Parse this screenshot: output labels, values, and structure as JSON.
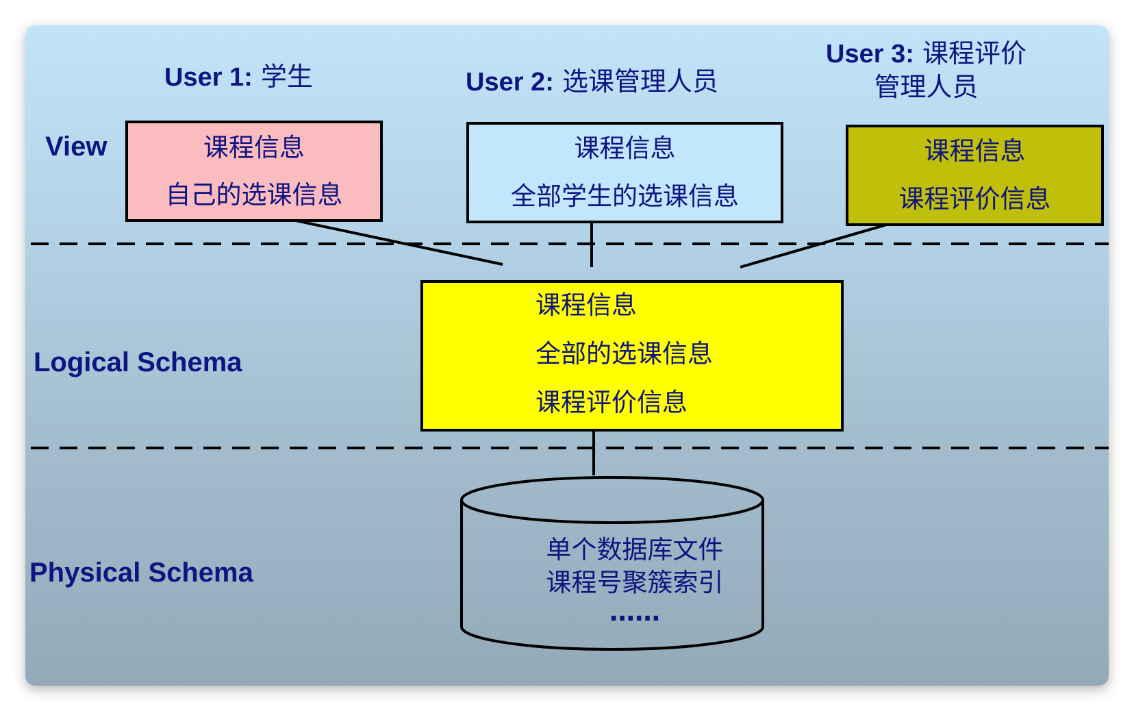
{
  "layers": {
    "view": "View",
    "logical": "Logical Schema",
    "physical": "Physical Schema"
  },
  "users": [
    {
      "id_label": "User 1:",
      "role_lines": [
        "学生"
      ],
      "view_box": {
        "lines": [
          "课程信息",
          "自己的选课信息"
        ],
        "fill": "#fbbcc0"
      }
    },
    {
      "id_label": "User 2:",
      "role_lines": [
        "选课管理人员"
      ],
      "view_box": {
        "lines": [
          "课程信息",
          "全部学生的选课信息"
        ],
        "fill": "#c2e6fb"
      }
    },
    {
      "id_label": "User 3:",
      "role_lines": [
        "课程评价",
        "管理人员"
      ],
      "view_box": {
        "lines": [
          "课程信息",
          "课程评价信息"
        ],
        "fill": "#c0c00a"
      }
    }
  ],
  "logical_box": {
    "lines": [
      "课程信息",
      "全部的选课信息",
      "课程评价信息"
    ],
    "fill": "#ffff00"
  },
  "database": {
    "lines": [
      "单个数据库文件",
      "课程号聚簇索引",
      "……"
    ]
  },
  "colors": {
    "text": "#0e1480",
    "background_top": "#c2e4f8",
    "background_bottom": "#93a9b7",
    "border": "#000000"
  }
}
